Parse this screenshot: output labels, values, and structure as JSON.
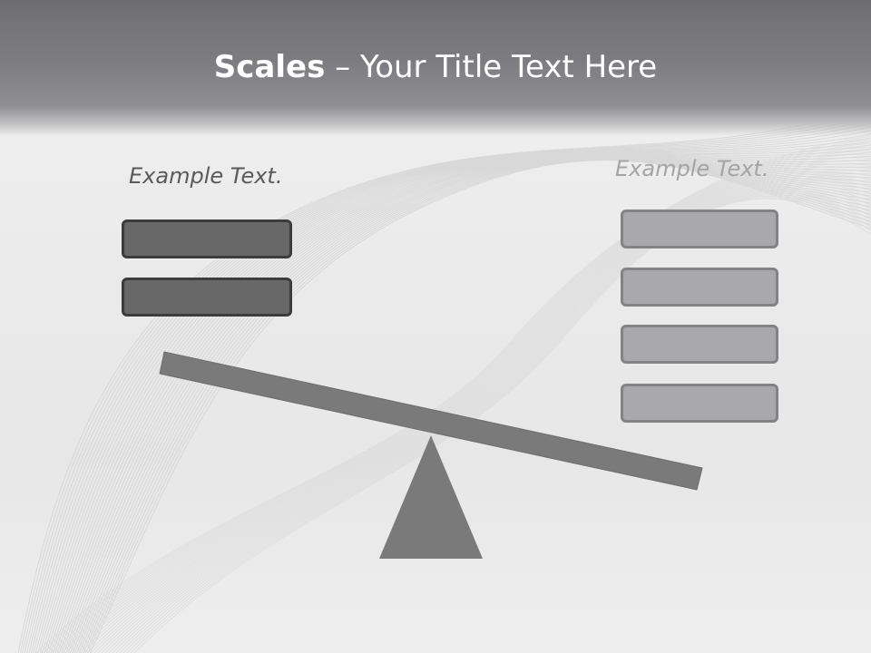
{
  "slide": {
    "title_bold": "Scales",
    "title_rest": " – Your Title Text Here",
    "left_caption": "Example Text.",
    "right_caption": "Example Text."
  },
  "colors": {
    "title_bar": "#7d7d81",
    "dark_box_fill": "#686868",
    "dark_box_border": "#3c3c3c",
    "light_box_fill": "#a9a9ab",
    "light_box_border": "#838385",
    "beam": "#7a7a7a",
    "fulcrum": "#7a7a7a"
  }
}
